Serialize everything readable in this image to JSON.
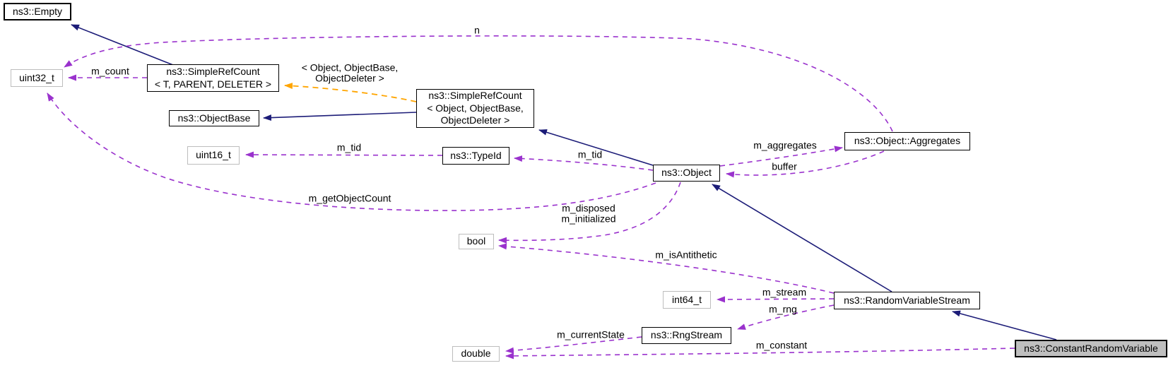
{
  "diagram_type": "doxygen-collaboration-graph",
  "colors": {
    "background": "#ffffff",
    "inheritance_edge": "#1c1c78",
    "usage_edge": "#9a32cd",
    "template_edge": "#ffa500",
    "node_border": "#000000",
    "external_node_border": "#bdbdbd",
    "highlight_node_fill": "#bfbfbf"
  },
  "nodes": {
    "empty": {
      "label": "ns3::Empty"
    },
    "uint32_t": {
      "label": "uint32_t"
    },
    "simple_ref_count_template": {
      "label": "ns3::SimpleRefCount\n< T, PARENT, DELETER >"
    },
    "object_base": {
      "label": "ns3::ObjectBase"
    },
    "simple_ref_count_object": {
      "label": "ns3::SimpleRefCount\n< Object, ObjectBase,\nObjectDeleter >"
    },
    "uint16_t": {
      "label": "uint16_t"
    },
    "type_id": {
      "label": "ns3::TypeId"
    },
    "object": {
      "label": "ns3::Object"
    },
    "aggregates": {
      "label": "ns3::Object::Aggregates"
    },
    "bool": {
      "label": "bool"
    },
    "int64_t": {
      "label": "int64_t"
    },
    "random_variable_stream": {
      "label": "ns3::RandomVariableStream"
    },
    "rng_stream": {
      "label": "ns3::RngStream"
    },
    "double": {
      "label": "double"
    },
    "constant_random_variable": {
      "label": "ns3::ConstantRandomVariable"
    }
  },
  "edge_labels": {
    "n": "n",
    "m_count": "m_count",
    "template_args": "< Object, ObjectBase,\nObjectDeleter >",
    "m_tid_to_uint16": "m_tid",
    "m_tid_to_typeid": "m_tid",
    "m_aggregates": "m_aggregates",
    "buffer": "buffer",
    "m_get_object_count": "m_getObjectCount",
    "m_disposed_initialized": "m_disposed\nm_initialized",
    "m_is_antithetic": "m_isAntithetic",
    "m_stream": "m_stream",
    "m_rng": "m_rng",
    "m_current_state": "m_currentState",
    "m_constant": "m_constant"
  }
}
